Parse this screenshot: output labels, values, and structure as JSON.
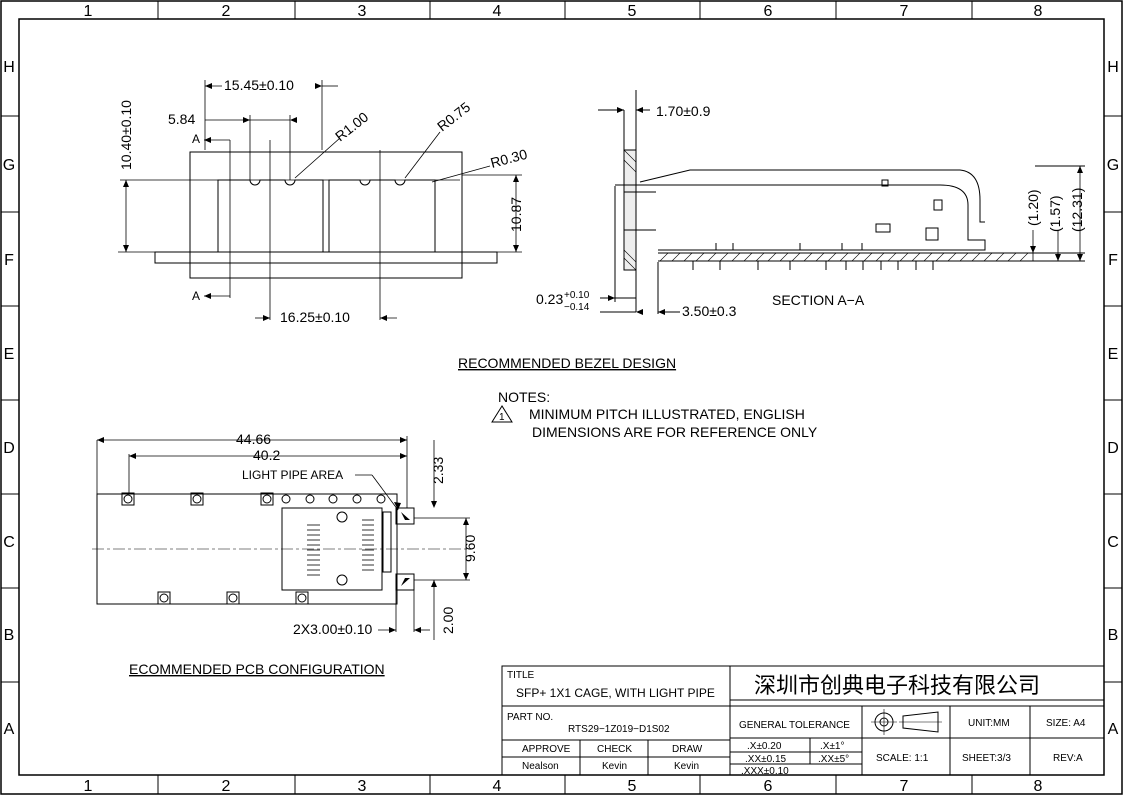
{
  "grid": {
    "columns": [
      "1",
      "2",
      "3",
      "4",
      "5",
      "6",
      "7",
      "8"
    ],
    "rows": [
      "H",
      "G",
      "F",
      "E",
      "D",
      "C",
      "B",
      "A"
    ]
  },
  "bezel": {
    "dim_15_45": "15.45±0.10",
    "dim_10_40": "10.40±0.10",
    "dim_5_84": "5.84",
    "dim_r1": "R1.00",
    "dim_r075": "R0.75",
    "dim_r030": "R0.30",
    "dim_10_87": "10.87",
    "dim_16_25": "16.25±0.10",
    "section_mark": "A",
    "title": "RECOMMENDED BEZEL DESIGN"
  },
  "section": {
    "dim_1_70": "1.70±0.9",
    "dim_0_23": "0.23",
    "dim_0_23_plus": "+0.10",
    "dim_0_23_minus": "−0.14",
    "dim_3_50": "3.50±0.3",
    "dim_1_20": "(1.20)",
    "dim_1_57": "(1.57)",
    "dim_12_31": "(12.31)",
    "title": "SECTION A−A"
  },
  "notes": {
    "heading": "NOTES:",
    "line1": "MINIMUM PITCH ILLUSTRATED, ENGLISH",
    "line2": "DIMENSIONS ARE FOR REFERENCE ONLY",
    "flag": "1"
  },
  "pcb": {
    "dim_44_66": "44.66",
    "dim_40_2": "40.2",
    "light_pipe": "LIGHT PIPE AREA",
    "dim_2_33": "2.33",
    "dim_9_60": "9.60",
    "dim_2x3": "2X3.00±0.10",
    "dim_2_00": "2.00",
    "title": "ECOMMENDED PCB CONFIGURATION"
  },
  "titleblock": {
    "title_label": "TITLE",
    "title_value": "SFP+ 1X1 CAGE, WITH LIGHT PIPE",
    "company": "深圳市创典电子科技有限公司",
    "part_label": "PART NO.",
    "part_value": "RTS29−1Z019−D1S02",
    "general_tol": "GENERAL TOLERANCE",
    "unit": "UNIT:MM",
    "size": "SIZE: A4",
    "approve": "APPROVE",
    "check": "CHECK",
    "draw": "DRAW",
    "approve_name": "Nealson",
    "check_name": "Kevin",
    "draw_name": "Kevin",
    "tol_x": ".X±0.20",
    "tol_xx": ".XX±0.15",
    "tol_xxx": ".XXX±0.10",
    "tol_ang1": ".X±1°",
    "tol_ang2": ".XX±5°",
    "scale": "SCALE: 1:1",
    "sheet": "SHEET:3/3",
    "rev": "REV:A"
  }
}
